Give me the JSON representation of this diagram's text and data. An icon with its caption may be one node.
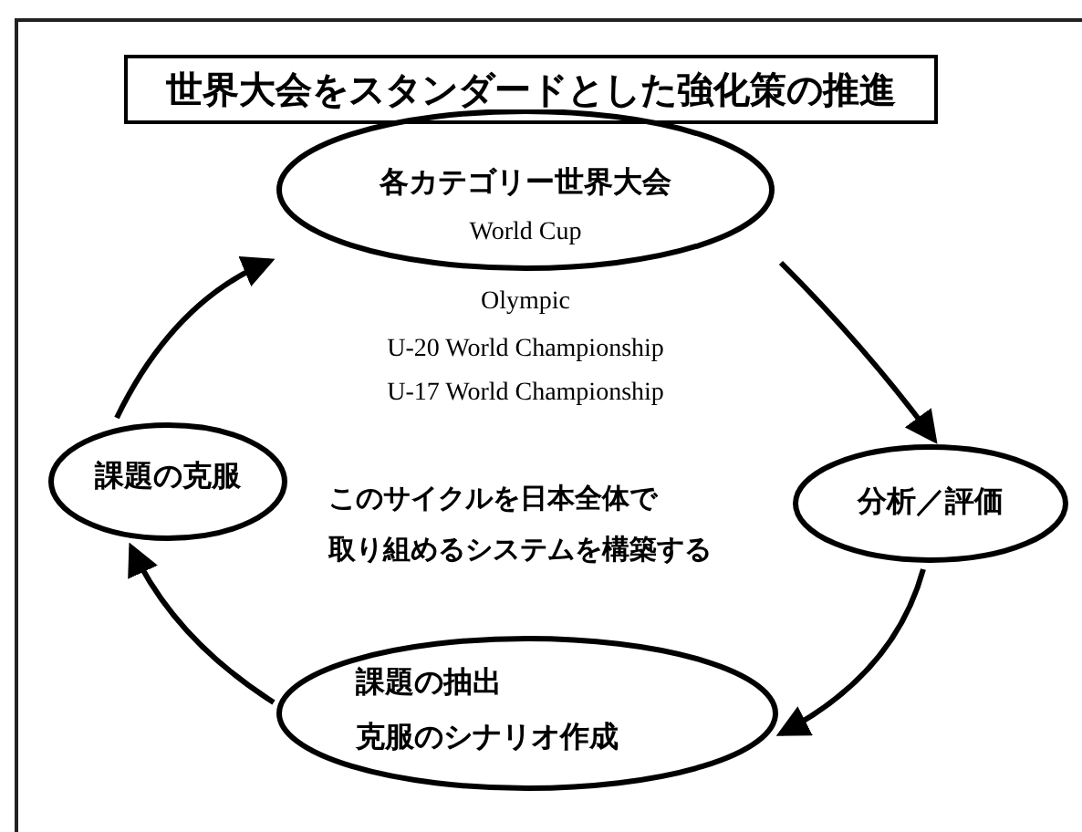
{
  "diagram": {
    "title": "世界大会をスタンダードとした強化策の推進",
    "nodes": [
      {
        "text": [
          "各カテゴリー世界大会",
          "World Cup",
          "Olympic",
          "U-20 World Championship",
          "U-17 World Championship"
        ]
      },
      {
        "text": [
          "分析／評価"
        ]
      },
      {
        "text": [
          "課題の克服"
        ]
      },
      {
        "text": [
          "課題の抽出",
          "克服のシナリオ作成"
        ]
      }
    ],
    "edges": [
      {
        "from": 0,
        "to": 1,
        "arrow": "to"
      },
      {
        "from": 1,
        "to": 3,
        "arrow": "to"
      },
      {
        "from": 3,
        "to": 2,
        "arrow": "to"
      },
      {
        "from": 2,
        "to": 0,
        "arrow": "to"
      }
    ],
    "labels": [
      "このサイクルを日本全体で取り組めるシステムを構築する"
    ]
  }
}
